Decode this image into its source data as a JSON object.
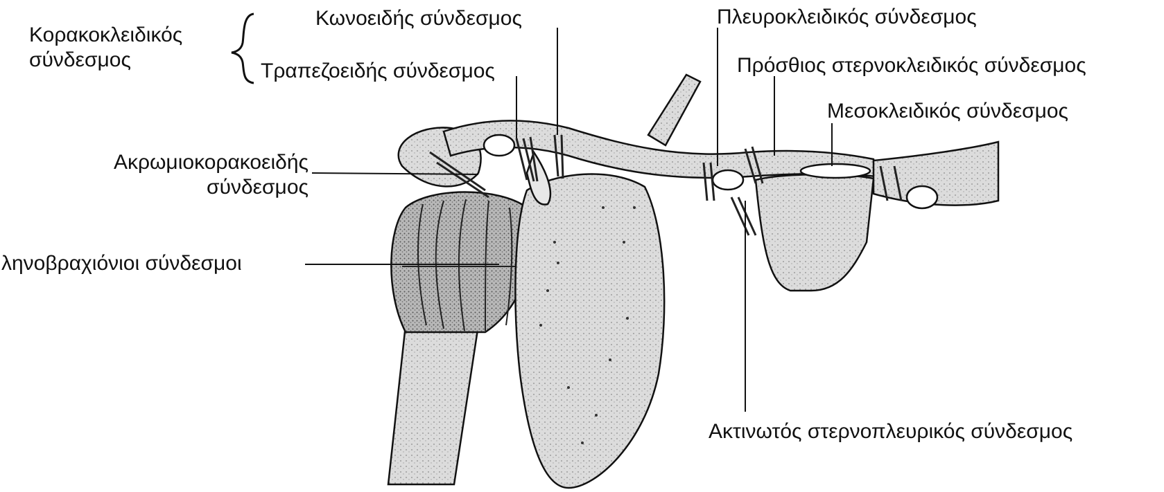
{
  "labels": {
    "coracoclavicular_line1": "Κορακοκλειδικός",
    "coracoclavicular_line2": "σύνδεσμος",
    "conoid": "Κωνοειδής σύνδεσμος",
    "trapezoid": "Τραπεζοειδής σύνδεσμος",
    "acromiocoracoid_line1": "Ακρωμιοκορακοειδής",
    "acromiocoracoid_line2": "σύνδεσμος",
    "glenohumeral": "ληνοβραχιόνιοι σύνδεσμοι",
    "costoclavicular": "Πλευροκλειδικός σύνδεσμος",
    "anterior_sternoclavicular": "Πρόσθιος στερνοκλειδικός σύνδεσμος",
    "interclavicular": "Μεσοκλειδικός σύνδεσμος",
    "radiate_sternocostal": "Ακτινωτός στερνοπλευρικός σύνδεσμος"
  },
  "colors": {
    "ink": "#111111",
    "bone_fill": "#d9d9d9",
    "bone_dark": "#9a9a9a",
    "background": "#ffffff"
  }
}
